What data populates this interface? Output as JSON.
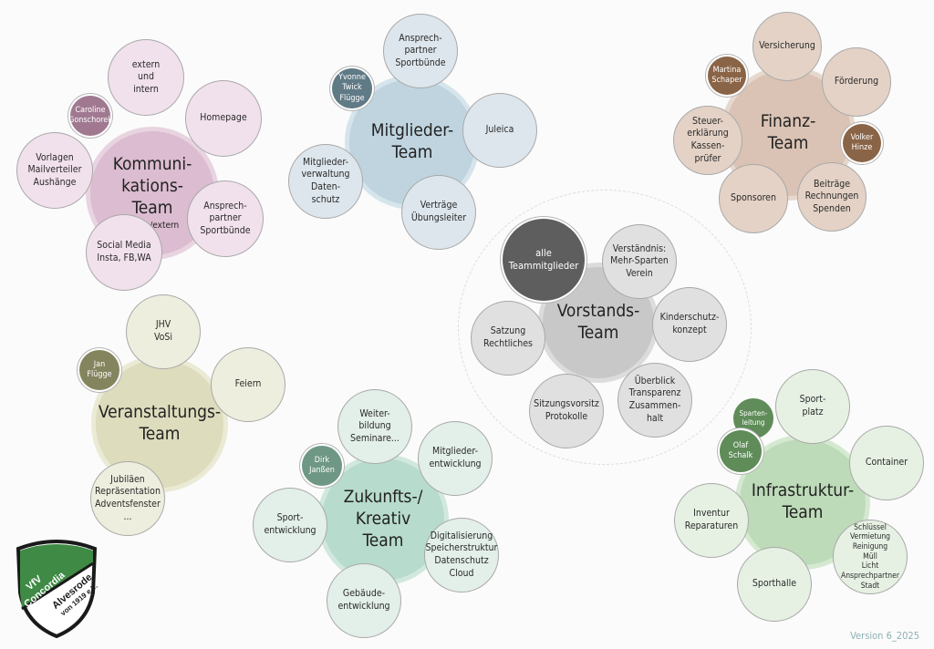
{
  "teams": {
    "kommunikation": {
      "title": "Kommuni-\nkations-\nTeam",
      "subtitle": "intern/extern",
      "person": "Caroline\nGonschorek",
      "items": [
        "extern\nund\nintern",
        "Homepage",
        "Ansprech-\npartner\nSportbünde",
        "Social Media\nInsta, FB,WA",
        "Vorlagen\nMailverteiler\nAushänge"
      ]
    },
    "mitglieder": {
      "title": "Mitglieder-\nTeam",
      "person": "Yvonne\nTwick\nFlügge",
      "items": [
        "Ansprech-\npartner\nSportbünde",
        "Juleica",
        "Verträge\nÜbungsleiter",
        "Mitglieder-\nverwaltung\nDaten-\nschutz"
      ]
    },
    "finanz": {
      "title": "Finanz-\nTeam",
      "persons": [
        "Martina\nSchaper",
        "Volker\nHinze"
      ],
      "items": [
        "Versicherung",
        "Förderung",
        "Beiträge\nRechnungen\nSpenden",
        "Sponsoren",
        "Steuer-\nerklärung\nKassen-\nprüfer"
      ]
    },
    "vorstand": {
      "title": "Vorstands-\nTeam",
      "person": "alle\nTeammitglieder",
      "items": [
        "Verständnis:\nMehr-Sparten\nVerein",
        "Kinderschutz-\nkonzept",
        "Überblick\nTransparenz\nZusammen-\nhalt",
        "Sitzungsvorsitz\nProtokolle",
        "Satzung\nRechtliches"
      ]
    },
    "veranstaltung": {
      "title": "Veranstaltungs-\nTeam",
      "person": "Jan\nFlügge",
      "items": [
        "JHV\nVoSi",
        "Feiern",
        "Jubiläen\nRepräsentation\nAdventsfenster\n..."
      ]
    },
    "zukunft": {
      "title": "Zukunfts-/\nKreativ\nTeam",
      "person": "Dirk\nJanßen",
      "items": [
        "Weiter-\nbildung\nSeminare...",
        "Mitglieder-\nentwicklung",
        "Digitalisierung\nSpeicherstruktur\nDatenschutz\nCloud",
        "Gebäude-\nentwicklung",
        "Sport-\nentwicklung"
      ]
    },
    "infrastruktur": {
      "title": "Infrastruktur-\nTeam",
      "persons": [
        "Sparten-\nleitung",
        "Olaf\nSchalk"
      ],
      "items": [
        "Sport-\nplatz",
        "Container",
        "Schlüssel\nVermietung\nReinigung\nMüll\nLicht\nAnsprechpartner\nStadt",
        "Sporthalle",
        "Inventur\nReparaturen"
      ]
    }
  },
  "logo": {
    "line1": "VfV",
    "line2": "Concordia",
    "line3": "Alvesrode",
    "line4": "von 1919 e.V.",
    "colors": {
      "green": "#3f8a45",
      "white": "#ffffff",
      "outline": "#1a1a1a"
    }
  },
  "version": "Version 6_2025"
}
